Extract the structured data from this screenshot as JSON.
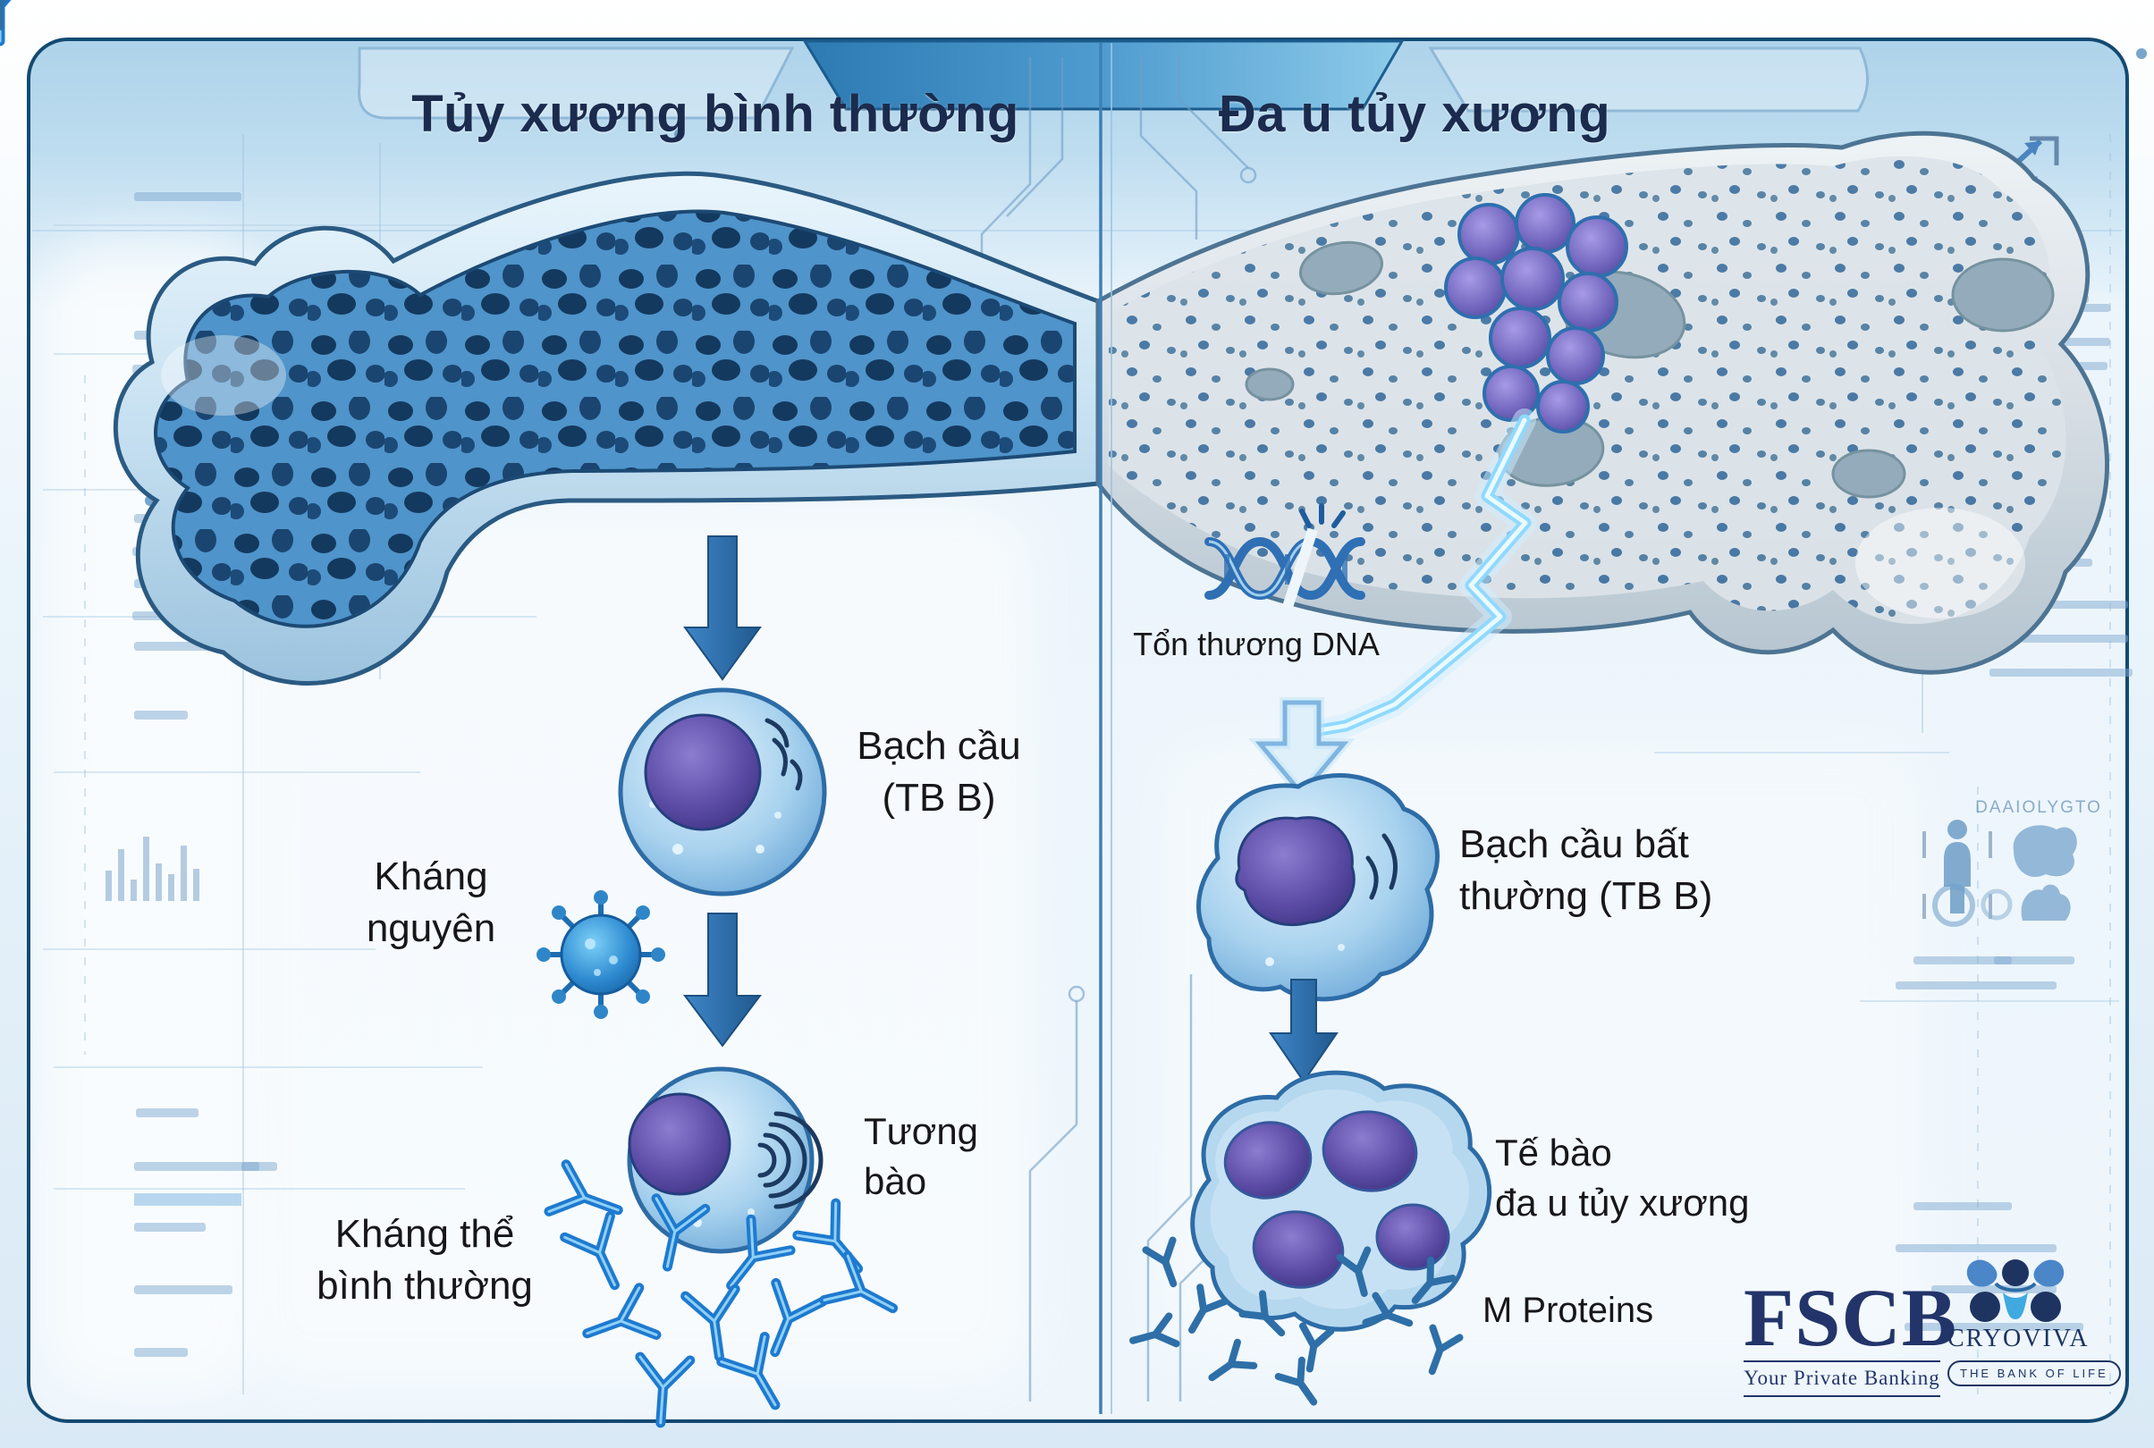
{
  "header": {
    "left_title": "Tủy xương bình thường",
    "right_title": "Đa u tủy xương"
  },
  "left_flow": {
    "b_cell_line1": "Bạch cầu",
    "b_cell_line2": "(TB B)",
    "antigen_line1": "Kháng",
    "antigen_line2": "nguyên",
    "plasma_line1": "Tương",
    "plasma_line2": "bào",
    "antibody_line1": "Kháng thể",
    "antibody_line2": "bình thường"
  },
  "right_flow": {
    "dna_label": "Tổn thương DNA",
    "abnormal_line1": "Bạch cầu bất",
    "abnormal_line2": "thường (TB B)",
    "myeloma_line1": "Tế bào",
    "myeloma_line2": "đa u tủy xương",
    "m_proteins_label": "M Proteins"
  },
  "branding": {
    "fscb_name": "FSCB",
    "fscb_tagline": "Your Private Banking",
    "cryoviva_name": "CRYOVIVA",
    "cryoviva_tagline": "THE BANK OF LIFE"
  },
  "decor": {
    "faint_caption": "DAAIOLYGTO"
  },
  "colors": {
    "accent_blue": "#2e74b5",
    "divider_blue": "#4a8cc4",
    "title_navy": "#1b2b4d",
    "antibody_blue": "#1e7ad0",
    "tumor_purple": "#6f64bc",
    "brand_navy": "#1d3461"
  }
}
